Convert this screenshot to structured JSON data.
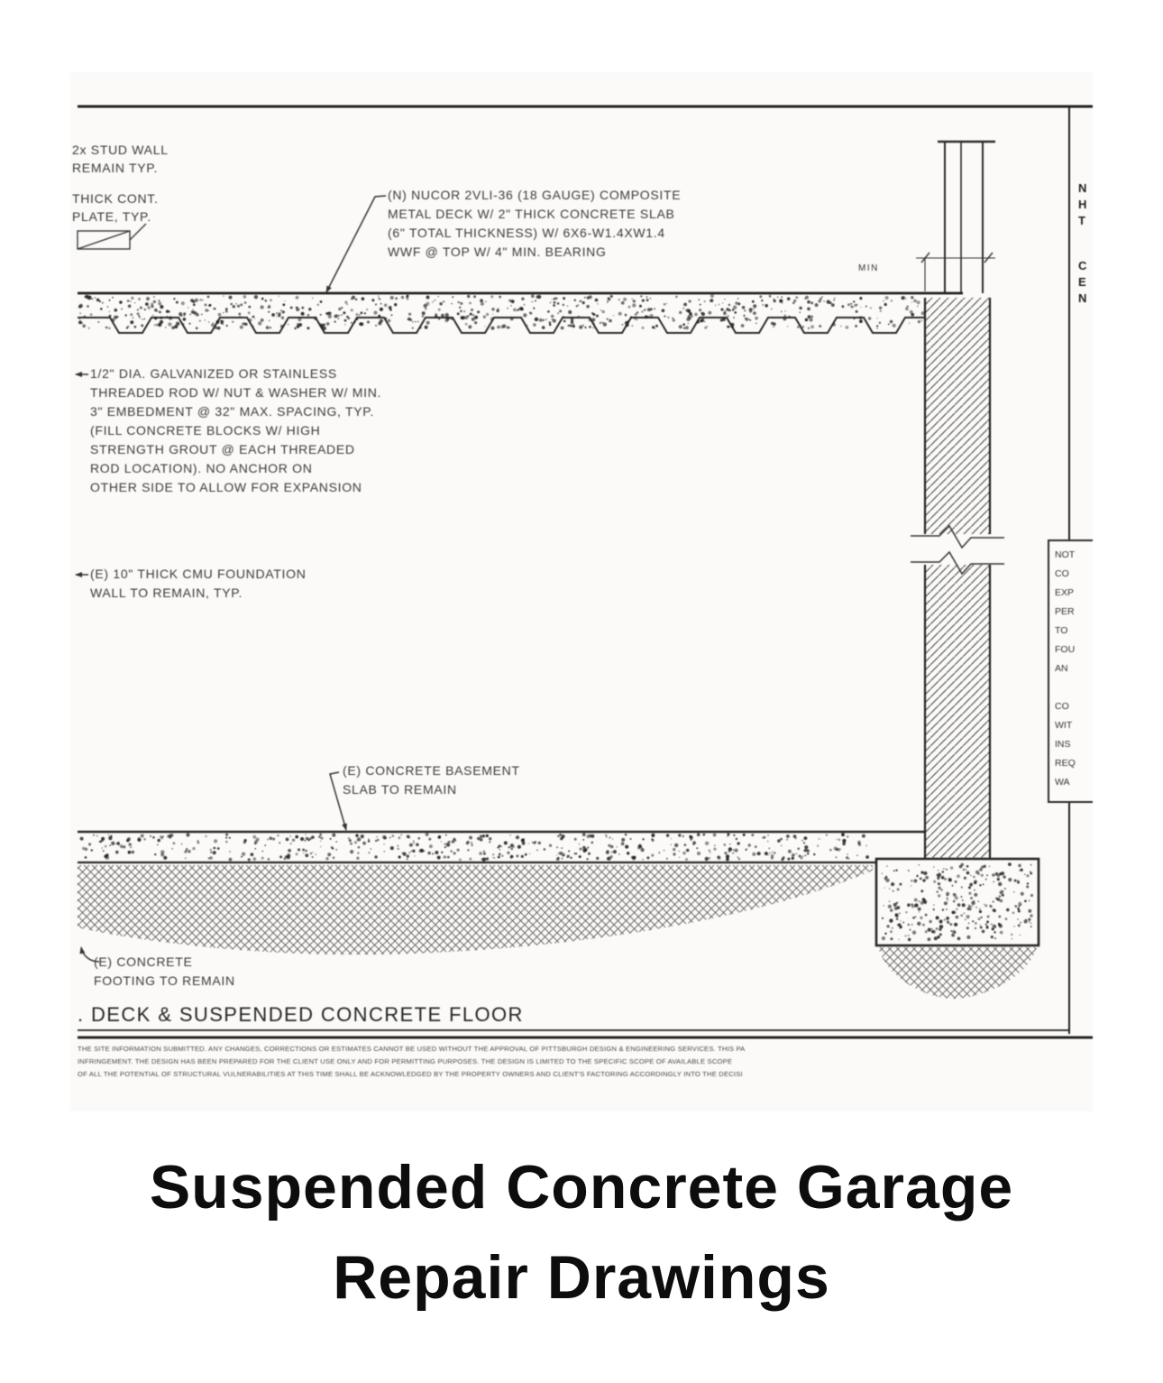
{
  "colors": {
    "paper": "#fbfaf8",
    "ink": "#2f2f2f",
    "title_ink": "#0d0d0d"
  },
  "page_title": {
    "lines": [
      "Suspended Concrete Garage",
      "Repair Drawings"
    ]
  },
  "sheet": {
    "title": ". DECK & SUSPENDED CONCRETE FLOOR",
    "min_label": "MIN",
    "annotations": {
      "stud_wall": [
        "2x STUD WALL",
        "REMAIN TYP."
      ],
      "cont_plate": [
        "THICK CONT.",
        "PLATE, TYP."
      ],
      "metal_deck": [
        "(N) NUCOR 2VLI-36 (18 GAUGE) COMPOSITE",
        "METAL DECK W/ 2\" THICK CONCRETE SLAB",
        "(6\" TOTAL THICKNESS) W/ 6X6-W1.4XW1.4",
        "WWF @ TOP W/ 4\" MIN. BEARING"
      ],
      "threaded_rod": [
        "1/2\" DIA. GALVANIZED OR STAINLESS",
        "THREADED ROD W/ NUT & WASHER W/ MIN.",
        "3\" EMBEDMENT @ 32\" MAX. SPACING, TYP.",
        "(FILL CONCRETE BLOCKS W/ HIGH",
        "STRENGTH GROUT @ EACH THREADED",
        "ROD LOCATION). NO ANCHOR ON",
        "OTHER SIDE TO ALLOW FOR EXPANSION"
      ],
      "cmu_wall": [
        "(E) 10\" THICK CMU FOUNDATION",
        "WALL TO REMAIN, TYP."
      ],
      "basement_slab": [
        "(E) CONCRETE BASEMENT",
        "SLAB TO REMAIN"
      ],
      "footing": [
        "(E) CONCRETE",
        "FOOTING TO REMAIN"
      ],
      "right_edge_top": [
        "N",
        "H",
        "T"
      ],
      "right_edge_mid": [
        "C",
        "E",
        "N"
      ],
      "notes_box": [
        "NOT",
        "CO",
        "EXP",
        "PER",
        "TO",
        "FOU",
        "AN",
        "",
        "CO",
        "WIT",
        "INS",
        "REQ",
        "WA"
      ]
    },
    "fine_print": [
      "THE SITE INFORMATION SUBMITTED. ANY CHANGES, CORRECTIONS OR ESTIMATES CANNOT BE USED WITHOUT THE APPROVAL OF PITTSBURGH DESIGN & ENGINEERING SERVICES. THIS PA",
      "INFRINGEMENT. THE DESIGN HAS BEEN PREPARED FOR THE CLIENT USE ONLY AND FOR PERMITTING PURPOSES. THE DESIGN IS LIMITED TO THE SPECIFIC SCOPE OF AVAILABLE SCOPE",
      "OF ALL THE POTENTIAL OF STRUCTURAL VULNERABILITIES AT THIS TIME SHALL BE ACKNOWLEDGED BY THE PROPERTY OWNERS AND CLIENT'S FACTORING ACCORDINGLY INTO THE DECISI"
    ]
  }
}
